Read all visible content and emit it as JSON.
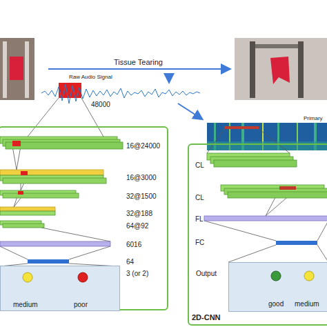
{
  "diagram": {
    "nodes": [
      {
        "text": [
          "16@24000",
          "16@3000",
          "32@1500",
          "32@188",
          "64@92",
          "6016",
          "64",
          "3 (or 2)"
        ]
      },
      {
        "text": [
          "medium",
          "poor"
        ],
        "in": 0
      },
      {
        "text": [
          "CL",
          "CL",
          "FL",
          "FC",
          "2D-CNN"
        ]
      },
      {
        "text": [
          "Output",
          "good",
          "medium"
        ],
        "in": 2
      }
    ],
    "labels": [
      "Tissue Tearing",
      "Raw Audio Signal",
      "48000",
      "Primary"
    ]
  }
}
